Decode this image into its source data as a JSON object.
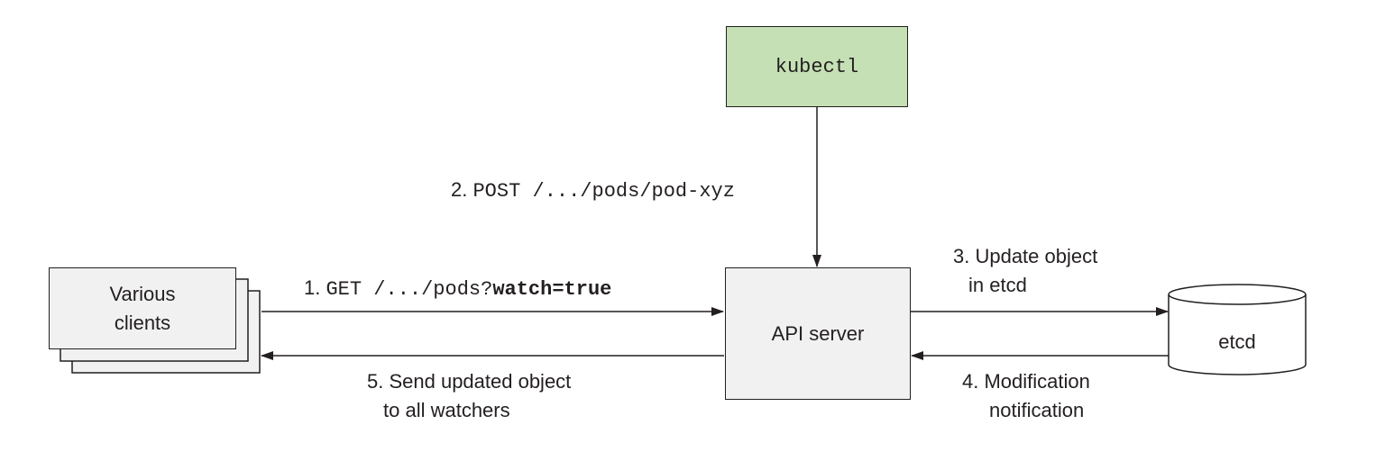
{
  "nodes": {
    "kubectl": "kubectl",
    "api_server": "API server",
    "clients_line1": "Various",
    "clients_line2": "clients",
    "etcd": "etcd"
  },
  "edges": {
    "get_watch": {
      "step": "1.",
      "method": "GET /.../pods?",
      "param": "watch=true"
    },
    "post_pod": {
      "step": "2.",
      "command": "POST /.../pods/pod-xyz"
    },
    "update_object": {
      "line1": "3. Update object",
      "line2": "in etcd"
    },
    "modification": {
      "line1": "4. Modification",
      "line2": "notification"
    },
    "send_updated": {
      "line1": "5. Send updated object",
      "line2": "to all watchers"
    }
  },
  "colors": {
    "kubectl_fill": "#c5e0b4",
    "box_fill": "#f1f1f2",
    "stroke": "#231f20"
  }
}
